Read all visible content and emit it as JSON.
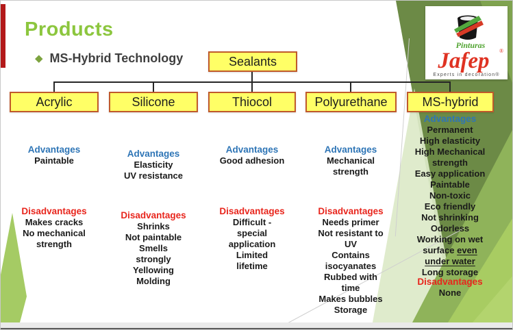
{
  "slide": {
    "title": "Products",
    "bullet_label": "MS-Hybrid Technology",
    "root_label": "Sealants"
  },
  "logo": {
    "brand_top": "Pinturas",
    "brand_main": "Jafep",
    "registered": "®",
    "tagline": "Experts in decoration®"
  },
  "columns": [
    {
      "header": "Acrylic",
      "advantages_label": "Advantages",
      "advantages": [
        "Paintable"
      ],
      "disadvantages_label": "Disadvantages",
      "disadvantages": [
        "Makes cracks",
        "No mechanical\nstrength"
      ]
    },
    {
      "header": "Silicone",
      "advantages_label": "Advantages",
      "advantages": [
        "Elasticity",
        "UV resistance"
      ],
      "disadvantages_label": "Disadvantages",
      "disadvantages": [
        "Shrinks",
        "Not paintable",
        "Smells\nstrongly",
        "Yellowing",
        "Molding"
      ]
    },
    {
      "header": "Thiocol",
      "advantages_label": "Advantages",
      "advantages": [
        "Good adhesion"
      ],
      "disadvantages_label": "Disadvantages",
      "disadvantages": [
        "Difficult -\nspecial\napplication",
        "Limited\nlifetime"
      ]
    },
    {
      "header": "Polyurethane",
      "advantages_label": "Advantages",
      "advantages": [
        "Mechanical\nstrength"
      ],
      "disadvantages_label": "Disadvantages",
      "disadvantages": [
        "Needs primer",
        "Not resistant to\nUV",
        "Contains\nisocyanates",
        "Rubbed with\ntime",
        "Makes bubbles",
        "Storage"
      ]
    },
    {
      "header": "MS-hybrid",
      "advantages_label": "Advantages",
      "advantages": [
        "Permanent",
        "High elasticity",
        "High Mechanical\nstrength",
        "Easy application",
        "Paintable",
        "Non-toxic",
        "Eco friendly",
        "Not shrinking",
        "Odorless",
        "Working on wet\nsurface even\nunder water",
        "Long storage"
      ],
      "underline_phrase": "even\nunder water",
      "disadvantages_label": "Disadvantages",
      "disadvantages": [
        "None"
      ]
    }
  ],
  "colors": {
    "title_green": "#8CC63E",
    "box_fill_yellow": "#FFFF66",
    "box_border_orange": "#C05A2B",
    "advantages_blue": "#2E75B6",
    "disadvantages_red": "#E8251C",
    "logo_red": "#DF3222",
    "logo_green": "#4FA32F",
    "accent_stripe_red": "#B3191A"
  }
}
